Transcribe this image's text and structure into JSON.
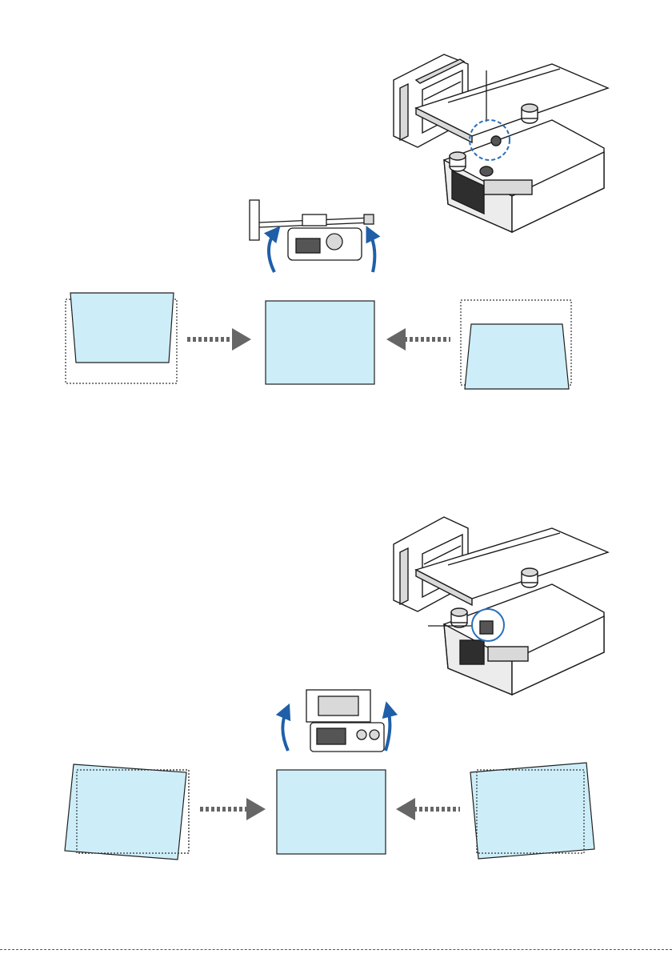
{
  "colors": {
    "screen_fill": "#cdeef9",
    "screen_stroke": "#1f1f1f",
    "guide_dotted": "#333333",
    "arrow_gray": "#666666",
    "rotate_arrow_blue": "#1f5fa8",
    "highlight_circle": "#2a6fb8",
    "device_stroke": "#1a1a1a",
    "device_fill": "#ffffff",
    "device_shade": "#d9d9d9"
  },
  "figures": [
    {
      "id": "tilt-adjust",
      "device_icon": "wall-mount-projector-illustration",
      "side_view_icon": "side-view-tilt-illustration",
      "rotation": "tilt",
      "before_left_icon": "trapezoid-wide-top-screen",
      "result_icon": "rectangle-correct-screen",
      "before_right_icon": "trapezoid-wide-bottom-screen"
    },
    {
      "id": "roll-adjust",
      "device_icon": "wall-mount-projector-illustration",
      "side_view_icon": "front-view-roll-illustration",
      "rotation": "roll",
      "before_left_icon": "rotated-clockwise-screen",
      "result_icon": "rectangle-correct-screen",
      "before_right_icon": "rotated-counterclockwise-screen"
    }
  ]
}
